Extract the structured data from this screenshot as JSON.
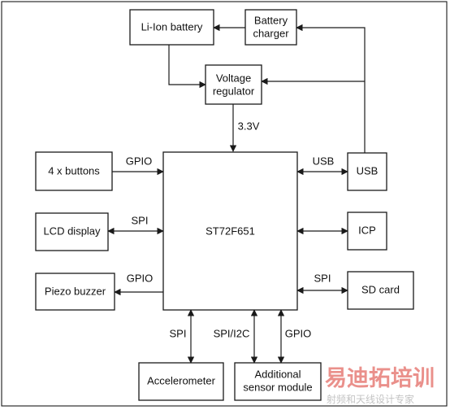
{
  "blocks": {
    "li_ion_battery": "Li-Ion battery",
    "battery_charger": [
      "Battery",
      "charger"
    ],
    "voltage_regulator": [
      "Voltage",
      "regulator"
    ],
    "mcu": "ST72F651",
    "buttons": "4 x buttons",
    "lcd_display": "LCD display",
    "piezo_buzzer": "Piezo buzzer",
    "usb": "USB",
    "icp": "ICP",
    "sd_card": "SD card",
    "accelerometer": "Accelerometer",
    "sensor_module": [
      "Additional",
      "sensor module"
    ]
  },
  "links": {
    "regulator_out": "3.3V",
    "buttons": "GPIO",
    "lcd": "SPI",
    "buzzer": "GPIO",
    "usb": "USB",
    "sd_card": "SPI",
    "accelerometer": "SPI",
    "sensor_spi_i2c": "SPI/I2C",
    "sensor_gpio": "GPIO"
  },
  "watermark": {
    "title": "易迪拓培训",
    "subtitle": "射频和天线设计专家"
  }
}
